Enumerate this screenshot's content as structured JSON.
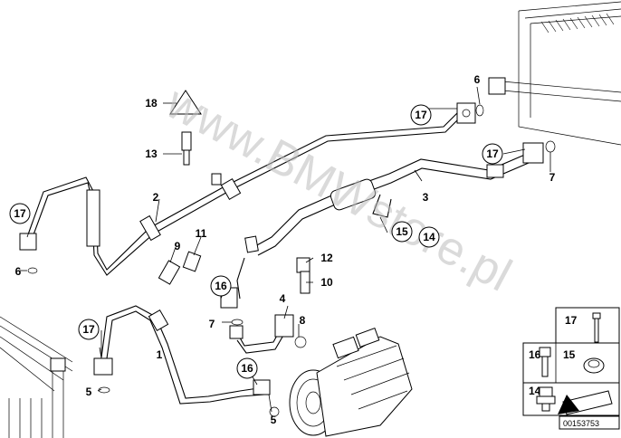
{
  "watermark": "www.BMWstore.pl",
  "diagram_code": "00153753",
  "callouts": {
    "c1": "1",
    "c2": "2",
    "c3": "3",
    "c4": "4",
    "c5": "5",
    "c6a": "6",
    "c6b": "6",
    "c7a": "7",
    "c7b": "7",
    "c8": "8",
    "c9": "9",
    "c10": "10",
    "c11": "11",
    "c12": "12",
    "c13": "13",
    "c14": "14",
    "c15": "15",
    "c16a": "16",
    "c16b": "16",
    "c17a": "17",
    "c17b": "17",
    "c17c": "17",
    "c17d": "17",
    "c18": "18"
  },
  "legend": {
    "l17": "17",
    "l16": "16",
    "l15": "15",
    "l14": "14"
  }
}
